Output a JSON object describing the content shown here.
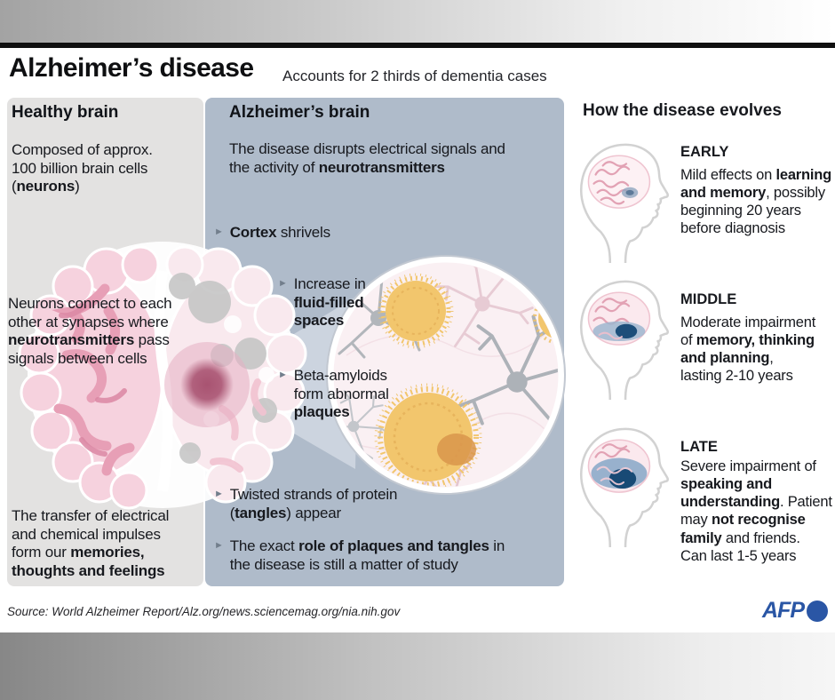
{
  "colors": {
    "healthy_column_bg": "#e3e2e1",
    "alzheimers_column_bg": "#afbbca",
    "afp_blue": "#2a56a5",
    "plaque_yellow": "#f2c66d",
    "brain_pink": "#e79fb6",
    "stage_blue_dark": "#1d4e7a",
    "stage_blue_light": "#8dabc9",
    "text": "#17191e"
  },
  "icons": {
    "bullet_arrow": "►"
  },
  "header": {
    "title": "Alzheimer’s disease",
    "subtitle": "Accounts for 2 thirds of dementia cases"
  },
  "healthy_column": {
    "heading": "Healthy brain",
    "p1": [
      {
        "t": "Composed of approx. 100 billion brain cells ("
      },
      {
        "t": "neurons",
        "b": 1
      },
      {
        "t": ")"
      }
    ],
    "p2": [
      {
        "t": "Neurons connect to each other at synapses where "
      },
      {
        "t": "neurotransmitters",
        "b": 1
      },
      {
        "t": " pass signals between cells"
      }
    ],
    "p3": [
      {
        "t": "The transfer of electrical and chemical impulses form our "
      },
      {
        "t": "memories, thoughts and feelings",
        "b": 1
      }
    ]
  },
  "alzheimers_column": {
    "heading": "Alzheimer’s brain",
    "intro": [
      {
        "t": "The disease disrupts electrical signals and the activity of "
      },
      {
        "t": "neurotransmitters",
        "b": 1
      }
    ],
    "bullets": [
      {
        "segments": [
          {
            "t": "Cortex",
            "b": 1
          },
          {
            "t": " shrivels"
          }
        ]
      },
      {
        "segments": [
          {
            "t": "Increase in "
          },
          {
            "t": "fluid-filled spaces",
            "b": 1
          }
        ]
      },
      {
        "segments": [
          {
            "t": "Beta-amyloids form abnormal "
          },
          {
            "t": "plaques",
            "b": 1
          }
        ]
      },
      {
        "segments": [
          {
            "t": "Twisted strands of protein ("
          },
          {
            "t": "tangles",
            "b": 1
          },
          {
            "t": ") appear"
          }
        ]
      },
      {
        "segments": [
          {
            "t": "The exact "
          },
          {
            "t": "role of plaques and tangles",
            "b": 1
          },
          {
            "t": " in the disease is still a matter of study"
          }
        ]
      }
    ]
  },
  "evolution": {
    "heading": "How the disease evolves",
    "stages": [
      {
        "label": "EARLY",
        "segments": [
          {
            "t": "Mild effects on "
          },
          {
            "t": "learning and memory",
            "b": 1
          },
          {
            "t": ", possibly beginning 20 years before diagnosis"
          }
        ]
      },
      {
        "label": "MIDDLE",
        "segments": [
          {
            "t": "Moderate impairment of "
          },
          {
            "t": "memory, thinking and planning",
            "b": 1
          },
          {
            "t": ", lasting 2-10 years"
          }
        ]
      },
      {
        "label": "LATE",
        "segments": [
          {
            "t": "Severe impairment of "
          },
          {
            "t": "speaking and understanding",
            "b": 1
          },
          {
            "t": ". Patient may "
          },
          {
            "t": "not recognise family",
            "b": 1
          },
          {
            "t": " and friends."
          },
          {
            "t": "Can last 1-5 years"
          }
        ]
      }
    ]
  },
  "footer": {
    "source": "Source: World Alzheimer Report/Alz.org/news.sciencemag.org/nia.nih.gov",
    "brand": "AFP"
  }
}
